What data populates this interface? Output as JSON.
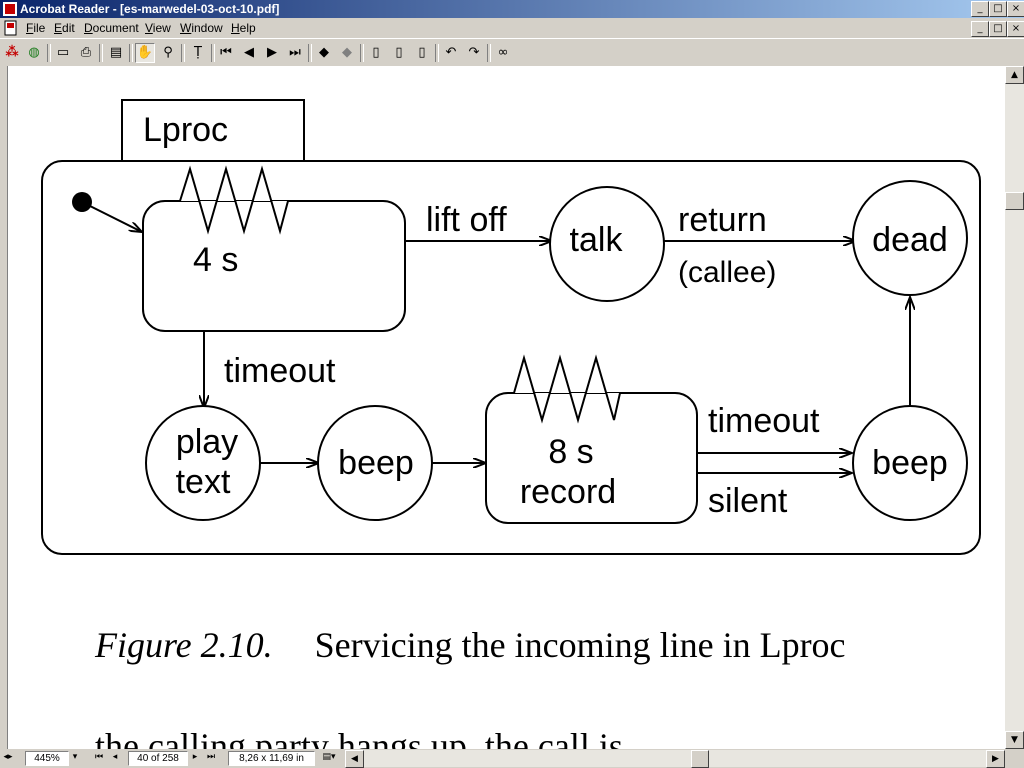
{
  "window": {
    "title": "Acrobat Reader - [es-marwedel-03-oct-10.pdf]"
  },
  "window_controls": {
    "minimize": "_",
    "maximize": "□",
    "close": "×"
  },
  "menu": [
    "File",
    "Edit",
    "Document",
    "View",
    "Window",
    "Help"
  ],
  "menu_underline": [
    "F",
    "E",
    "D",
    "V",
    "W",
    "H"
  ],
  "diagram": {
    "superstate": "Lproc",
    "top_state_time": "4 s",
    "lift_off": "lift off",
    "talk": "talk",
    "return": "return",
    "callee": "(callee)",
    "dead": "dead",
    "timeout_1": "timeout",
    "play_line1": "play",
    "play_line2": "text",
    "beep_1": "beep",
    "record_time": "8 s",
    "record": "record",
    "timeout_2": "timeout",
    "silent": "silent",
    "beep_2": "beep"
  },
  "caption": {
    "figure": "Figure 2.10.",
    "text": "Servicing the incoming line in Lproc"
  },
  "next_line": "the calling party hangs up, the call is",
  "status": {
    "zoom": "445%",
    "page": "40 of 258",
    "page_size": "8,26 x 11,69 in"
  }
}
